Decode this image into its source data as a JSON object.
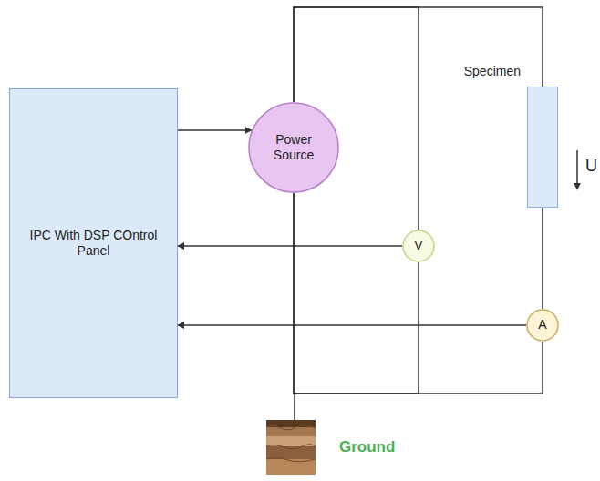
{
  "diagram": {
    "nodes": [
      {
        "text": [
          "IPC With DSP COntrol Panel"
        ]
      },
      {
        "text": [
          "Power Source"
        ]
      },
      {
        "text": [
          "Specimen"
        ]
      },
      {
        "text": [
          "V"
        ]
      },
      {
        "text": [
          "A"
        ]
      }
    ],
    "edges": [
      {
        "from": 0,
        "to": 1,
        "arrow": "to"
      },
      {
        "from": 3,
        "to": 0,
        "arrow": "to"
      },
      {
        "from": 4,
        "to": 0,
        "arrow": "to"
      },
      {
        "from": 1,
        "to": 2,
        "arrow": "none"
      },
      {
        "from": 1,
        "to": 3,
        "arrow": "none"
      },
      {
        "from": 2,
        "to": 4,
        "arrow": "none"
      },
      {
        "from": 4,
        "to": 1,
        "arrow": "none"
      },
      {
        "from": 3,
        "to": 1,
        "arrow": "none"
      }
    ],
    "labels": [
      "U",
      "Ground"
    ]
  }
}
